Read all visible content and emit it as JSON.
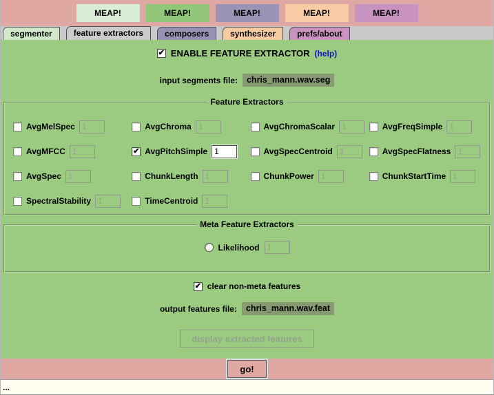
{
  "colors": {
    "top_bar_bg": "#dfa8a2",
    "content_bg": "#9acb80",
    "go_bar_bg": "#dfa8a2",
    "status_bg": "#fffdf0",
    "file_value_bg": "#879b73",
    "help_link": "#1414cc"
  },
  "header": {
    "buttons": [
      {
        "label": "MEAP!",
        "bg": "#d8ecd6"
      },
      {
        "label": "MEAP!",
        "bg": "#92c779"
      },
      {
        "label": "MEAP!",
        "bg": "#9b93b6"
      },
      {
        "label": "MEAP!",
        "bg": "#f7cba3"
      },
      {
        "label": "MEAP!",
        "bg": "#c993c0"
      }
    ]
  },
  "tabs": {
    "items": [
      {
        "label": "segmenter",
        "bg": "#cfe9ca",
        "state": "inactive"
      },
      {
        "label": "feature extractors",
        "bg": "#cccccc",
        "state": "active"
      },
      {
        "label": "composers",
        "bg": "#9692b4",
        "state": "inactive"
      },
      {
        "label": "synthesizer",
        "bg": "#f6cba2",
        "state": "inactive"
      },
      {
        "label": "prefs/about",
        "bg": "#ca92be",
        "state": "inactive"
      }
    ]
  },
  "main": {
    "enable": {
      "label": "ENABLE FEATURE EXTRACTOR",
      "state": "checked",
      "help_label": "(help)"
    },
    "input_file": {
      "label": "input segments file:",
      "value": "chris_mann.wav.seg"
    },
    "extractors": {
      "title": "Feature Extractors",
      "items": [
        {
          "name": "AvgMelSpec",
          "value": "1",
          "box": "unchecked",
          "field": "disabled"
        },
        {
          "name": "AvgChroma",
          "value": "1",
          "box": "unchecked",
          "field": "disabled"
        },
        {
          "name": "AvgChromaScalar",
          "value": "1",
          "box": "unchecked",
          "field": "disabled"
        },
        {
          "name": "AvgFreqSimple",
          "value": "1",
          "box": "unchecked",
          "field": "disabled"
        },
        {
          "name": "AvgMFCC",
          "value": "1",
          "box": "unchecked",
          "field": "disabled"
        },
        {
          "name": "AvgPitchSimple",
          "value": "1",
          "box": "checked",
          "field": "enabled"
        },
        {
          "name": "AvgSpecCentroid",
          "value": "1",
          "box": "unchecked",
          "field": "disabled"
        },
        {
          "name": "AvgSpecFlatness",
          "value": "1",
          "box": "unchecked",
          "field": "disabled"
        },
        {
          "name": "AvgSpec",
          "value": "1",
          "box": "unchecked",
          "field": "disabled"
        },
        {
          "name": "ChunkLength",
          "value": "1",
          "box": "unchecked",
          "field": "disabled"
        },
        {
          "name": "ChunkPower",
          "value": "1",
          "box": "unchecked",
          "field": "disabled"
        },
        {
          "name": "ChunkStartTime",
          "value": "1",
          "box": "unchecked",
          "field": "disabled"
        },
        {
          "name": "SpectralStability",
          "value": "1",
          "box": "unchecked",
          "field": "disabled"
        },
        {
          "name": "TimeCentroid",
          "value": "1",
          "box": "unchecked",
          "field": "disabled"
        }
      ]
    },
    "meta": {
      "title": "Meta Feature Extractors",
      "radio": {
        "label": "Likelihood",
        "state": "unselected",
        "value": "1",
        "field": "disabled"
      }
    },
    "clear": {
      "label": "clear non-meta features",
      "state": "checked"
    },
    "output_file": {
      "label": "output features file:",
      "value": "chris_mann.wav.feat"
    },
    "display_button": {
      "label": "display extracted features",
      "state": "disabled"
    }
  },
  "footer": {
    "go_label": "go!",
    "status": "..."
  }
}
